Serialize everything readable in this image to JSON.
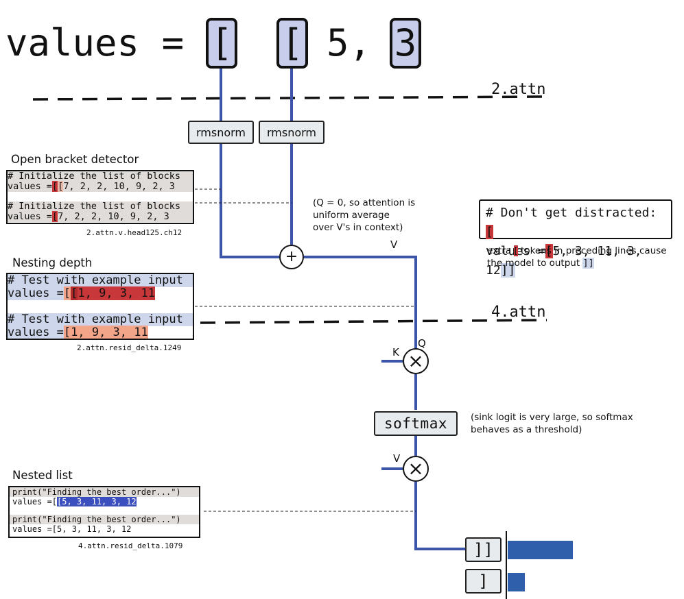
{
  "header": {
    "prefix": "values =",
    "token1": "[",
    "token2": "[",
    "mid": "5,",
    "token3": "3"
  },
  "layers": {
    "top": "2.attn",
    "bottom": "4.attn"
  },
  "blocks": {
    "norm1": "rmsnorm",
    "norm2": "rmsnorm",
    "plus": "+",
    "softmax": "softmax",
    "mult_symbol": "×"
  },
  "wire_labels": {
    "v_top": "V",
    "k": "K",
    "q": "Q",
    "v_bottom": "V"
  },
  "notes": {
    "q_zero": [
      "(Q = 0, so attention is",
      "uniform average",
      "over V's in context)"
    ],
    "sink": [
      "(sink logit is very large, so softmax",
      "behaves as a threshold)"
    ]
  },
  "panels": {
    "bracket": {
      "title": "Open bracket detector",
      "caption": "2.attn.v.head125.ch12",
      "line1a": "# Initialize the list of blocks",
      "line1b_prefix": "values =",
      "line1b_hl1": "[",
      "line1b_hl2": "[",
      "line1b_rest": "7, 2, 2, 10, 9, 2, 3",
      "line2a": "# Initialize the list of blocks",
      "line2b_prefix": "values =",
      "line2b_hl": "[",
      "line2b_rest": "7, 2, 2, 10, 9, 2, 3"
    },
    "depth": {
      "title": "Nesting depth",
      "caption": "2.attn.resid_delta.1249",
      "line1a": "# Test with example input",
      "line1b_prefix": "values =",
      "line1b_hl1": "[",
      "line1b_hl2": "[",
      "line1b_hl3": "1, 9, 3, 11",
      "line2a": "# Test with example input",
      "line2b_prefix": "values =",
      "line2b_hl1": "[",
      "line2b_hl2": "1, 9, 3, 11"
    },
    "nested": {
      "title": "Nested list",
      "caption": "4.attn.resid_delta.1079",
      "line1a": "print(\"Finding the best order...\")",
      "line1b_prefix": "values =[",
      "line1b_hl": "[5, 3, 11, 3, 12",
      "line2a": "print(\"Finding the best order...\")",
      "line2b": "values =[5, 3, 11, 3, 12"
    }
  },
  "distract": {
    "line1_text": "# Don't get distracted: ",
    "line1_hl": "[",
    "line2_prefix": "values =",
    "line2_hl": "[",
    "line2_rest": "5, 3, 11, 3, 12",
    "line2_end": "]]",
    "note_a": "extra ",
    "note_hl": "[",
    "note_b": " tokens in preceding lines cause",
    "note_c": "the model to output ",
    "note_end": "]]"
  },
  "outputs": [
    {
      "token": "]]",
      "prob": 0.95
    },
    {
      "token": "]",
      "prob": 0.25
    }
  ],
  "colors": {
    "wire": "#3d55a8",
    "bar": "#2f5faa",
    "token_fill": "#c7cdea"
  }
}
